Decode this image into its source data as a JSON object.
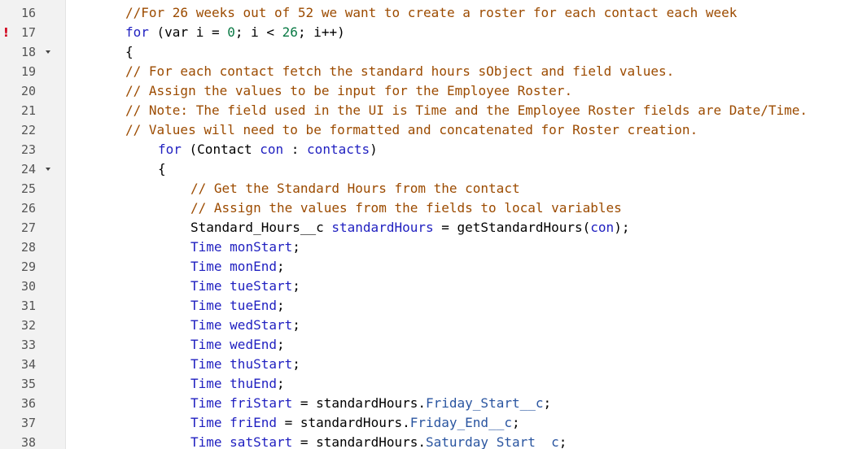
{
  "editor": {
    "lines": [
      {
        "num": "16",
        "code": {
          "comment": "//For 26 weeks out of 52 we want to create a roster for each contact each week"
        }
      },
      {
        "num": "17",
        "error": "!",
        "code": {
          "kw_for": "for",
          "t1": " (var i = ",
          "n0": "0",
          "t2": "; i < ",
          "n26": "26",
          "t3": "; i++)"
        }
      },
      {
        "num": "18",
        "fold": true,
        "code": {
          "text": "{"
        }
      },
      {
        "num": "19",
        "code": {
          "comment": "// For each contact fetch the standard hours sObject and field values."
        }
      },
      {
        "num": "20",
        "code": {
          "comment": "// Assign the values to be input for the Employee Roster."
        }
      },
      {
        "num": "21",
        "code": {
          "comment": "// Note: The field used in the UI is Time and the Employee Roster fields are Date/Time."
        }
      },
      {
        "num": "22",
        "code": {
          "comment": "// Values will need to be formatted and concatenated for Roster creation."
        }
      },
      {
        "num": "23",
        "code": {
          "kw_for": "for",
          "t1": " (Contact ",
          "var_con": "con",
          "t2": " : ",
          "var_contacts": "contacts",
          "t3": ")"
        }
      },
      {
        "num": "24",
        "fold": true,
        "code": {
          "text": "{"
        }
      },
      {
        "num": "25",
        "code": {
          "comment": "// Get the Standard Hours from the contact"
        }
      },
      {
        "num": "26",
        "code": {
          "comment": "// Assign the values from the fields to local variables"
        }
      },
      {
        "num": "27",
        "code": {
          "t1": "Standard_Hours__c ",
          "var": "standardHours",
          "t2": " = getStandardHours(",
          "arg": "con",
          "t3": ");"
        }
      },
      {
        "num": "28",
        "code": {
          "type": "Time",
          "var": "monStart",
          "end": ";"
        }
      },
      {
        "num": "29",
        "code": {
          "type": "Time",
          "var": "monEnd",
          "end": ";"
        }
      },
      {
        "num": "30",
        "code": {
          "type": "Time",
          "var": "tueStart",
          "end": ";"
        }
      },
      {
        "num": "31",
        "code": {
          "type": "Time",
          "var": "tueEnd",
          "end": ";"
        }
      },
      {
        "num": "32",
        "code": {
          "type": "Time",
          "var": "wedStart",
          "end": ";"
        }
      },
      {
        "num": "33",
        "code": {
          "type": "Time",
          "var": "wedEnd",
          "end": ";"
        }
      },
      {
        "num": "34",
        "code": {
          "type": "Time",
          "var": "thuStart",
          "end": ";"
        }
      },
      {
        "num": "35",
        "code": {
          "type": "Time",
          "var": "thuEnd",
          "end": ";"
        }
      },
      {
        "num": "36",
        "code": {
          "type": "Time",
          "var": "friStart",
          "mid": " = standardHours.",
          "field": "Friday_Start__c",
          "end": ";"
        }
      },
      {
        "num": "37",
        "code": {
          "type": "Time",
          "var": "friEnd",
          "mid": " = standardHours.",
          "field": "Friday_End__c",
          "end": ";"
        }
      },
      {
        "num": "38",
        "code": {
          "type": "Time",
          "var": "satStart",
          "mid": " = standardHours.",
          "field": "Saturday_Start__c",
          "end": ";"
        }
      }
    ]
  }
}
